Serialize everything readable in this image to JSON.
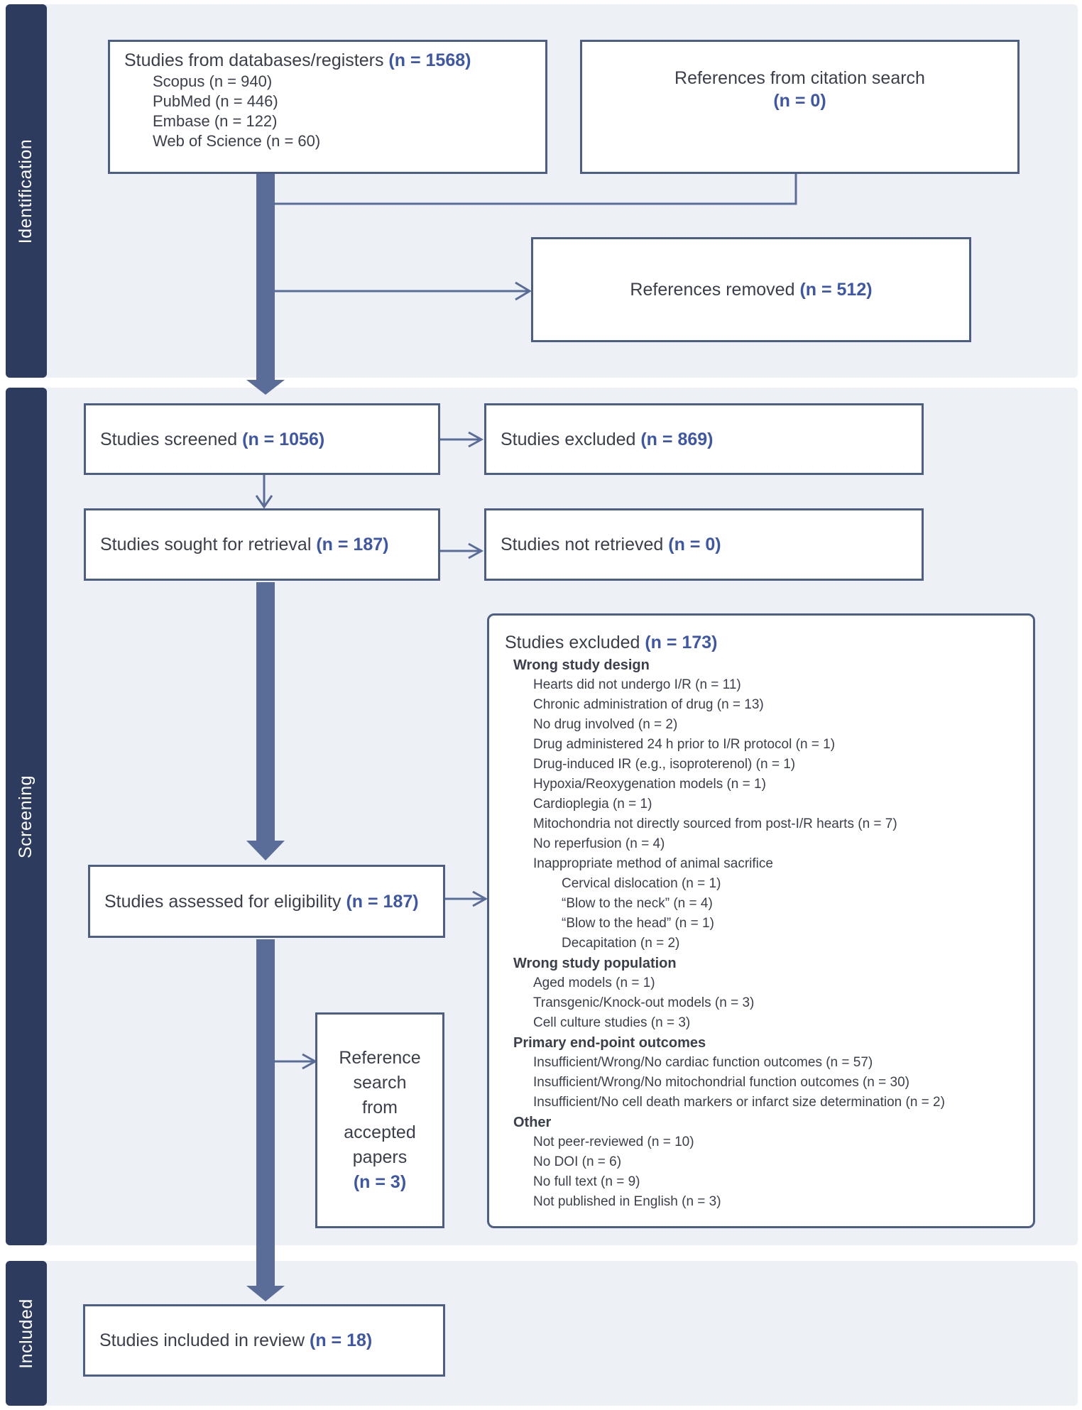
{
  "stages": {
    "identification": "Identification",
    "screening": "Screening",
    "included": "Included"
  },
  "identification": {
    "databases": {
      "label": "Studies from databases/registers",
      "n": "(n = 1568)",
      "sources": [
        "Scopus (n = 940)",
        "PubMed (n = 446)",
        "Embase (n = 122)",
        "Web of Science (n = 60)"
      ]
    },
    "citation_search": {
      "label": "References from citation search",
      "n": "(n = 0)"
    },
    "removed": {
      "label": "References removed",
      "n": "(n = 512)"
    }
  },
  "screening": {
    "screened": {
      "label": "Studies screened",
      "n": "(n = 1056)"
    },
    "excluded": {
      "label": "Studies excluded",
      "n": "(n = 869)"
    },
    "sought": {
      "label": "Studies sought for retrieval",
      "n": "(n = 187)"
    },
    "not_retrieved": {
      "label": "Studies not retrieved",
      "n": "(n = 0)"
    },
    "assessed": {
      "label": "Studies assessed for eligibility",
      "n": "(n = 187)"
    },
    "reference_search": {
      "lines": [
        "Reference",
        "search",
        "from",
        "accepted",
        "papers"
      ],
      "n": "(n = 3)"
    },
    "eligibility_excluded": {
      "label": "Studies excluded",
      "n": "(n = 173)",
      "groups": [
        {
          "heading": "Wrong study design",
          "items": [
            {
              "text": "Hearts did not undergo I/R (n = 11)"
            },
            {
              "text": "Chronic administration of drug (n = 13)"
            },
            {
              "text": "No drug involved (n = 2)"
            },
            {
              "text": "Drug administered 24 h prior to I/R protocol (n = 1)"
            },
            {
              "text": "Drug-induced IR (e.g., isoproterenol) (n = 1)"
            },
            {
              "text": "Hypoxia/Reoxygenation models (n = 1)"
            },
            {
              "text": "Cardioplegia (n = 1)"
            },
            {
              "text": "Mitochondria not directly sourced from post-I/R hearts (n = 7)"
            },
            {
              "text": "No reperfusion (n = 4)"
            },
            {
              "text": "Inappropriate method of animal sacrifice",
              "subitems": [
                "Cervical dislocation (n = 1)",
                "“Blow to the neck” (n = 4)",
                "“Blow to the head” (n = 1)",
                "Decapitation (n = 2)"
              ]
            }
          ]
        },
        {
          "heading": "Wrong study population",
          "items": [
            {
              "text": "Aged models (n = 1)"
            },
            {
              "text": "Transgenic/Knock-out models (n = 3)"
            },
            {
              "text": "Cell culture studies (n = 3)"
            }
          ]
        },
        {
          "heading": "Primary end-point outcomes",
          "items": [
            {
              "text": "Insufficient/Wrong/No cardiac function outcomes (n = 57)"
            },
            {
              "text": "Insufficient/Wrong/No mitochondrial function outcomes (n = 30)"
            },
            {
              "text": "Insufficient/No cell death markers or infarct size determination (n = 2)"
            }
          ]
        },
        {
          "heading": "Other",
          "items": [
            {
              "text": "Not peer-reviewed (n = 10)"
            },
            {
              "text": "No DOI (n = 6)"
            },
            {
              "text": "No full text (n = 9)"
            },
            {
              "text": "Not published in English (n = 3)"
            }
          ]
        }
      ]
    }
  },
  "included": {
    "label": "Studies included in review",
    "n": "(n = 18)"
  },
  "colors": {
    "stage_bar": "#2c3b5e",
    "box_border": "#4d5e85",
    "count_text": "#3e56a6",
    "band": "#edf1f6",
    "arrow": "#5a6d99"
  }
}
